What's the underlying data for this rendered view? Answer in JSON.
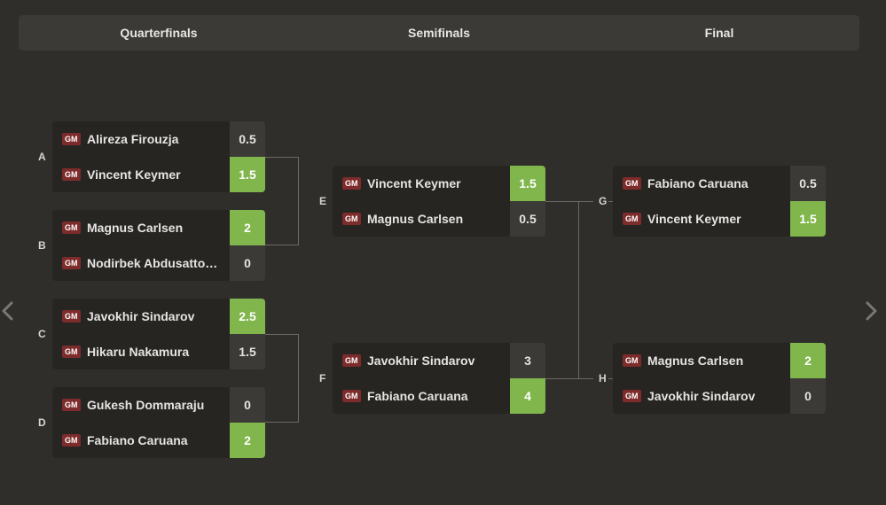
{
  "rounds": [
    "Quarterfinals",
    "Semifinals",
    "Final"
  ],
  "title_badge": "GM",
  "matches": {
    "A": {
      "label": "A",
      "players": [
        {
          "name": "Alireza Firouzja",
          "score": "0.5",
          "winner": false
        },
        {
          "name": "Vincent Keymer",
          "score": "1.5",
          "winner": true
        }
      ]
    },
    "B": {
      "label": "B",
      "players": [
        {
          "name": "Magnus Carlsen",
          "score": "2",
          "winner": true
        },
        {
          "name": "Nodirbek Abdusattorov",
          "score": "0",
          "winner": false
        }
      ]
    },
    "C": {
      "label": "C",
      "players": [
        {
          "name": "Javokhir Sindarov",
          "score": "2.5",
          "winner": true
        },
        {
          "name": "Hikaru Nakamura",
          "score": "1.5",
          "winner": false
        }
      ]
    },
    "D": {
      "label": "D",
      "players": [
        {
          "name": "Gukesh Dommaraju",
          "score": "0",
          "winner": false
        },
        {
          "name": "Fabiano Caruana",
          "score": "2",
          "winner": true
        }
      ]
    },
    "E": {
      "label": "E",
      "players": [
        {
          "name": "Vincent Keymer",
          "score": "1.5",
          "winner": true
        },
        {
          "name": "Magnus Carlsen",
          "score": "0.5",
          "winner": false
        }
      ]
    },
    "F": {
      "label": "F",
      "players": [
        {
          "name": "Javokhir Sindarov",
          "score": "3",
          "winner": false
        },
        {
          "name": "Fabiano Caruana",
          "score": "4",
          "winner": true
        }
      ]
    },
    "G": {
      "label": "G",
      "players": [
        {
          "name": "Fabiano Caruana",
          "score": "0.5",
          "winner": false
        },
        {
          "name": "Vincent Keymer",
          "score": "1.5",
          "winner": true
        }
      ]
    },
    "H": {
      "label": "H",
      "players": [
        {
          "name": "Magnus Carlsen",
          "score": "2",
          "winner": true
        },
        {
          "name": "Javokhir Sindarov",
          "score": "0",
          "winner": false
        }
      ]
    }
  },
  "colors": {
    "winner_bg": "#81b64c",
    "badge_bg": "#7d2b2b",
    "page_bg": "#302e2b"
  },
  "nav": {
    "prev_icon": "chevron-left-icon",
    "next_icon": "chevron-right-icon"
  }
}
